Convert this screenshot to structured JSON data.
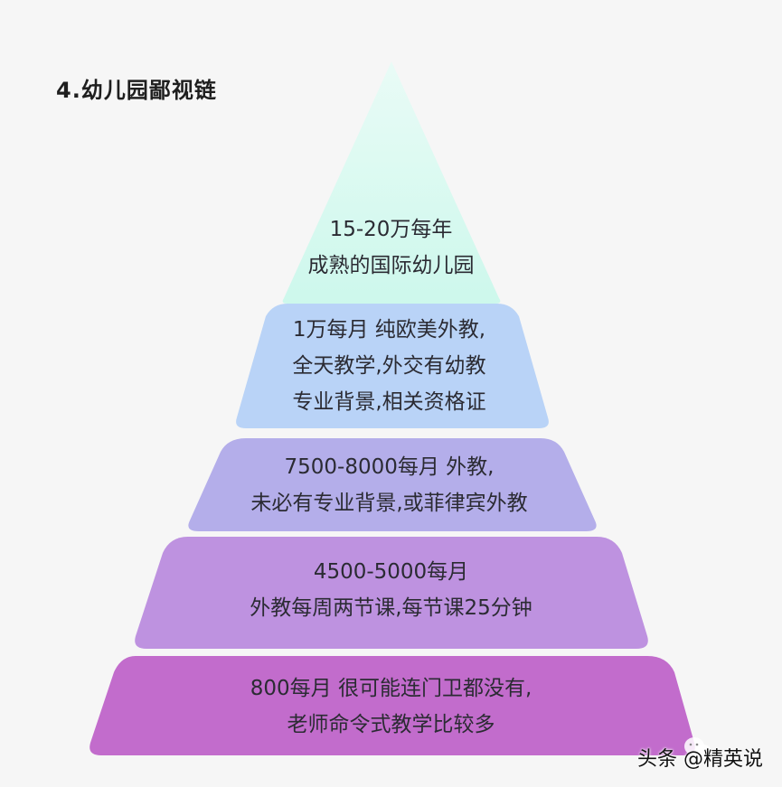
{
  "title": "4.幼儿园鄙视链",
  "pyramid": {
    "tiers": [
      {
        "level": 1,
        "color": "#cffaf0",
        "lines": [
          "15-20万每年",
          "成熟的国际幼儿园"
        ]
      },
      {
        "level": 2,
        "color": "#b9d3f7",
        "lines": [
          "1万每月  纯欧美外教,",
          "全天教学,外交有幼教",
          "专业背景,相关资格证"
        ]
      },
      {
        "level": 3,
        "color": "#b4aeea",
        "lines": [
          "7500-8000每月 外教,",
          "未必有专业背景,或菲律宾外教"
        ]
      },
      {
        "level": 4,
        "color": "#be92e0",
        "lines": [
          "4500-5000每月",
          "外教每周两节课,每节课25分钟"
        ]
      },
      {
        "level": 5,
        "color": "#c26ccc",
        "lines": [
          "800每月 很可能连门卫都没有,",
          "老师命令式教学比较多"
        ]
      }
    ]
  },
  "watermark": {
    "text": "头条 @精英说",
    "icon": "chat-bubble-icon"
  }
}
